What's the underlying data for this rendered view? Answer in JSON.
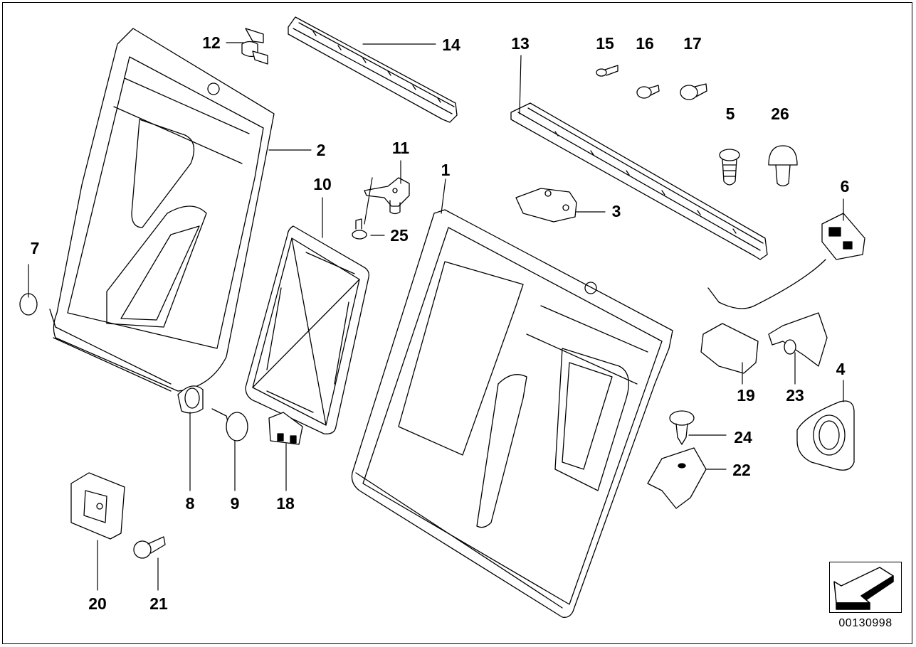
{
  "diagram": {
    "type": "exploded parts diagram",
    "subject": "rear seat backrest frame and fittings",
    "reference_number": "00130998",
    "callouts": [
      {
        "id": "1",
        "part": "backrest frame (large)"
      },
      {
        "id": "2",
        "part": "backrest frame (narrow)"
      },
      {
        "id": "3",
        "part": "lock"
      },
      {
        "id": "4",
        "part": "trim cover with ring"
      },
      {
        "id": "5",
        "part": "expanding rivet"
      },
      {
        "id": "6",
        "part": "lock with cable"
      },
      {
        "id": "7",
        "part": "cap"
      },
      {
        "id": "8",
        "part": "bushing"
      },
      {
        "id": "9",
        "part": "bolt"
      },
      {
        "id": "10",
        "part": "frame insert"
      },
      {
        "id": "11",
        "part": "hinge bracket"
      },
      {
        "id": "12",
        "part": "clip"
      },
      {
        "id": "13",
        "part": "rail (right)"
      },
      {
        "id": "14",
        "part": "rail (left)"
      },
      {
        "id": "15",
        "part": "screw"
      },
      {
        "id": "16",
        "part": "screw"
      },
      {
        "id": "17",
        "part": "screw"
      },
      {
        "id": "18",
        "part": "bracket"
      },
      {
        "id": "19",
        "part": "bracket"
      },
      {
        "id": "20",
        "part": "latch plate"
      },
      {
        "id": "21",
        "part": "bolt"
      },
      {
        "id": "22",
        "part": "cover"
      },
      {
        "id": "23",
        "part": "bracket"
      },
      {
        "id": "24",
        "part": "expanding rivet"
      },
      {
        "id": "25",
        "part": "screw"
      },
      {
        "id": "26",
        "part": "plug"
      }
    ]
  }
}
